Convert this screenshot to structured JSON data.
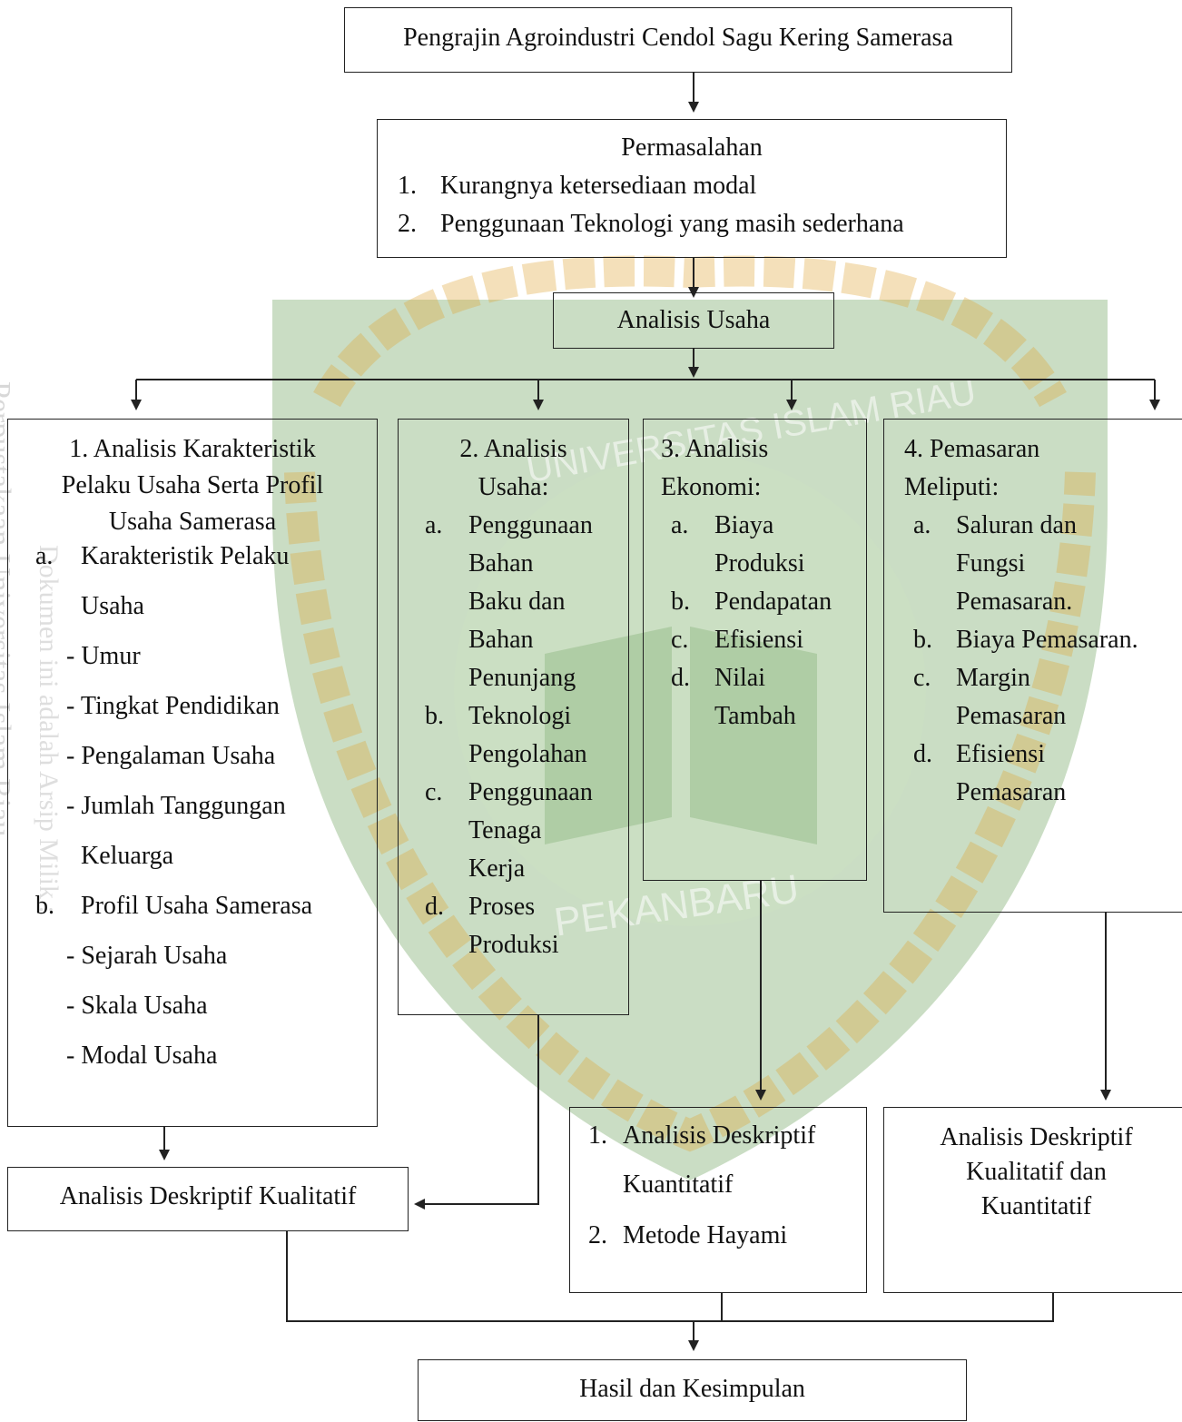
{
  "watermark": {
    "arc_top": "UNIVERSITAS ISLAM RIAU",
    "arc_bottom": "PEKANBARU",
    "side_text_1": "Perpustakaan Universitas Islam Riau",
    "side_text_2": "Dokumen ini adalah Arsip Milik :",
    "colors": {
      "shield": "#4f8f3c",
      "rope": "#e0a63a",
      "light": "#cfe3c4"
    }
  },
  "top_box": {
    "text": "Pengrajin Agroindustri Cendol Sagu Kering Samerasa"
  },
  "problem_box": {
    "title": "Permasalahan",
    "items": [
      {
        "num": "1.",
        "text": "Kurangnya ketersediaan modal"
      },
      {
        "num": "2.",
        "text": "Penggunaan Teknologi yang masih sederhana"
      }
    ]
  },
  "analysis_box": {
    "text": "Analisis Usaha"
  },
  "col1": {
    "title_lines": [
      "1. Analisis Karakteristik",
      "Pelaku Usaha Serta Profil",
      "Usaha Samerasa"
    ],
    "a_label": "a.",
    "a_lines": [
      "Karakteristik Pelaku",
      "Usaha"
    ],
    "a_items": [
      "- Umur",
      "- Tingkat Pendidikan",
      "- Pengalaman Usaha",
      "- Jumlah Tanggungan",
      "Keluarga"
    ],
    "b_label": "b.",
    "b_text": "Profil Usaha Samerasa",
    "b_items": [
      "- Sejarah Usaha",
      "- Skala Usaha",
      "- Modal Usaha"
    ]
  },
  "col2": {
    "title_lines": [
      "2. Analisis",
      "Usaha:"
    ],
    "items": [
      {
        "label": "a.",
        "lines": [
          "Penggunaan",
          "Bahan",
          "Baku dan",
          "Bahan",
          "Penunjang"
        ]
      },
      {
        "label": "b.",
        "lines": [
          "Teknologi",
          "Pengolahan"
        ]
      },
      {
        "label": "c.",
        "lines": [
          "Penggunaan",
          "Tenaga",
          "Kerja"
        ]
      },
      {
        "label": "d.",
        "lines": [
          "Proses",
          "Produksi"
        ]
      }
    ]
  },
  "col3": {
    "title_lines": [
      "3. Analisis",
      "Ekonomi:"
    ],
    "items": [
      {
        "label": "a.",
        "lines": [
          "Biaya",
          "Produksi"
        ]
      },
      {
        "label": "b.",
        "lines": [
          "Pendapatan"
        ]
      },
      {
        "label": "c.",
        "lines": [
          "Efisiensi"
        ]
      },
      {
        "label": "d.",
        "lines": [
          "Nilai",
          "Tambah"
        ]
      }
    ]
  },
  "col4": {
    "title_lines": [
      "4. Pemasaran",
      "Meliputi:"
    ],
    "items": [
      {
        "label": "a.",
        "lines": [
          "Saluran dan",
          "Fungsi",
          "Pemasaran."
        ]
      },
      {
        "label": "b.",
        "lines": [
          "Biaya Pemasaran."
        ]
      },
      {
        "label": "c.",
        "lines": [
          "Margin",
          "Pemasaran"
        ]
      },
      {
        "label": "d.",
        "lines": [
          "Efisiensi",
          "Pemasaran"
        ]
      }
    ]
  },
  "qual_box": {
    "text": "Analisis Deskriptif Kualitatif"
  },
  "quant_box": {
    "item1_num": "1.",
    "item1_lines": [
      "Analisis  Deskriptif",
      "Kuantitatif"
    ],
    "item2_num": "2.",
    "item2_text": "Metode Hayami"
  },
  "mixed_box": {
    "lines": [
      "Analisis Deskriptif",
      "Kualitatif dan",
      "Kuantitatif"
    ]
  },
  "result_box": {
    "text": "Hasil dan Kesimpulan"
  }
}
